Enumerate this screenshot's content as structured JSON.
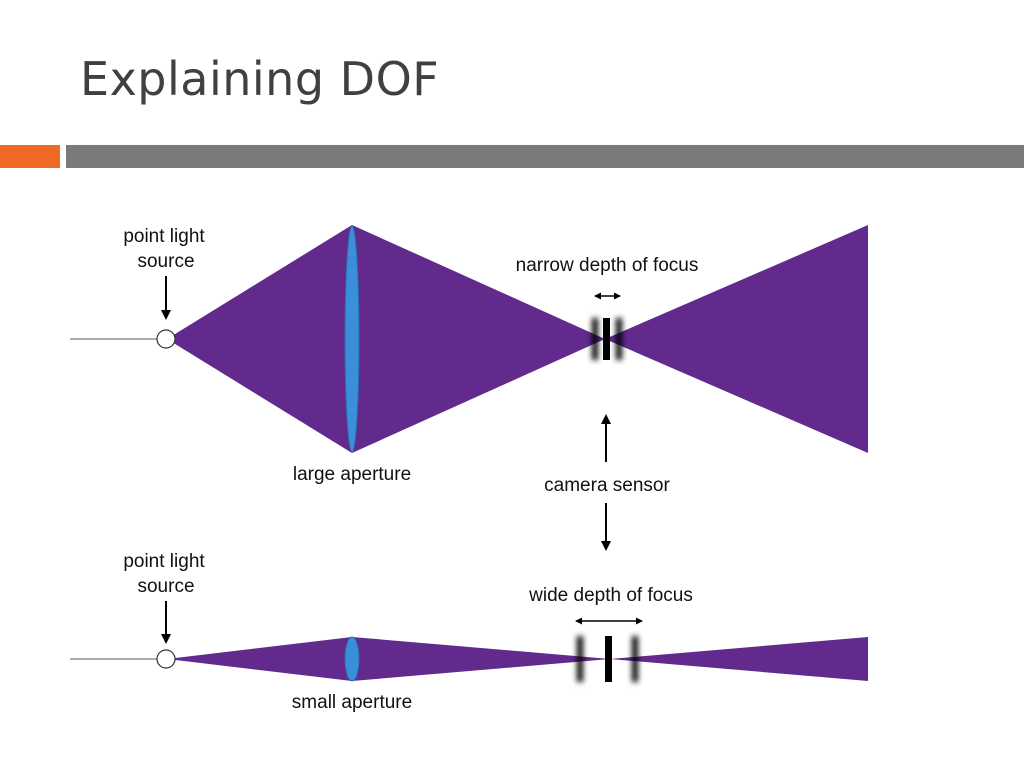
{
  "slide": {
    "title": "Explaining DOF"
  },
  "colors": {
    "accent": "#ee6a25",
    "bar": "#7a7a7d",
    "light_cone": "#622a8c",
    "lens": "#3b8fd9"
  },
  "diagram": {
    "top": {
      "source_label_line1": "point light",
      "source_label_line2": "source",
      "aperture_label": "large aperture",
      "focus_label": "narrow depth of focus"
    },
    "sensor_label": "camera sensor",
    "bottom": {
      "source_label_line1": "point light",
      "source_label_line2": "source",
      "aperture_label": "small aperture",
      "focus_label": "wide depth of focus"
    }
  }
}
